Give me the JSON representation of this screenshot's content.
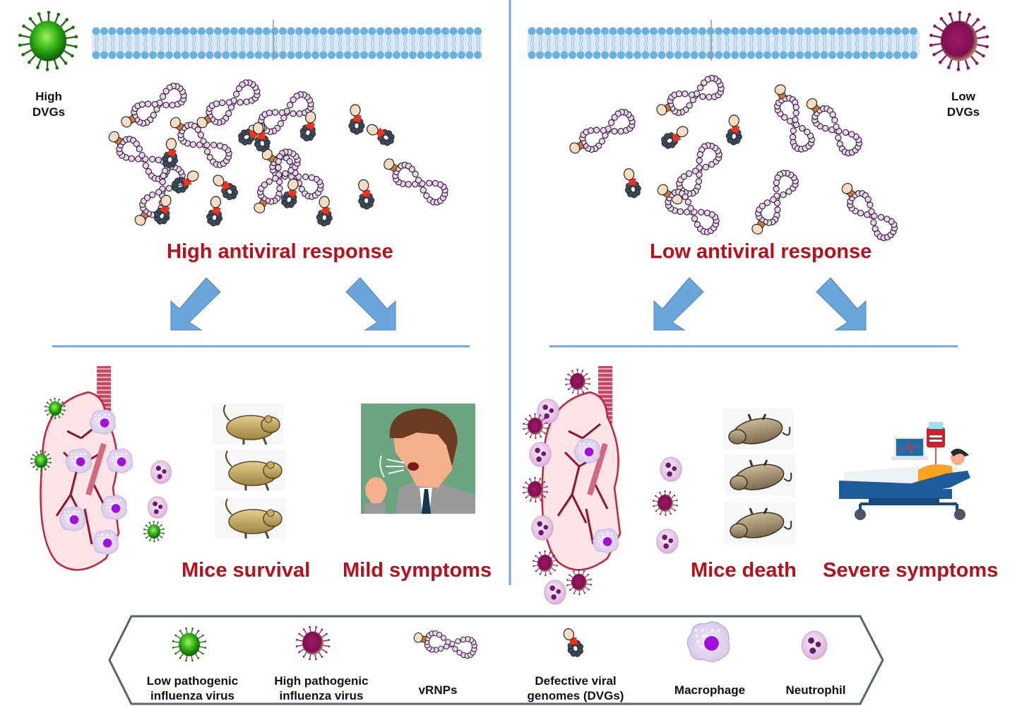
{
  "left_panel": {
    "virus_label_line1": "High",
    "virus_label_line2": "DVGs",
    "response_title": "High antiviral response",
    "outcome_mice": "Mice survival",
    "outcome_symptoms": "Mild symptoms"
  },
  "right_panel": {
    "virus_label_line1": "Low",
    "virus_label_line2": "DVGs",
    "response_title": "Low antiviral response",
    "outcome_mice": "Mice death",
    "outcome_symptoms": "Severe symptoms"
  },
  "legend": {
    "items": [
      {
        "icon": "low-pathogenic-virus-icon",
        "line1": "Low pathogenic",
        "line2": "influenza virus"
      },
      {
        "icon": "high-pathogenic-virus-icon",
        "line1": "High pathogenic",
        "line2": "influenza virus"
      },
      {
        "icon": "vrnp-icon",
        "line1": "vRNPs",
        "line2": ""
      },
      {
        "icon": "dvg-icon",
        "line1": "Defective viral",
        "line2": "genomes (DVGs)"
      },
      {
        "icon": "macrophage-icon",
        "line1": "Macrophage",
        "line2": ""
      },
      {
        "icon": "neutrophil-icon",
        "line1": "Neutrophil",
        "line2": ""
      }
    ]
  },
  "colors": {
    "title_red": "#b5121b",
    "divider_blue": "#6fa8dc",
    "arrow_blue": "#6aa6da",
    "membrane_blue": "#6ab0e0",
    "low_virus_green": "#2e9e1a",
    "high_virus_purple": "#8b1a5a",
    "vrnp_pink": "#e6c8ea",
    "dvg_dark": "#3e4a57",
    "legend_border": "#5a6470"
  }
}
